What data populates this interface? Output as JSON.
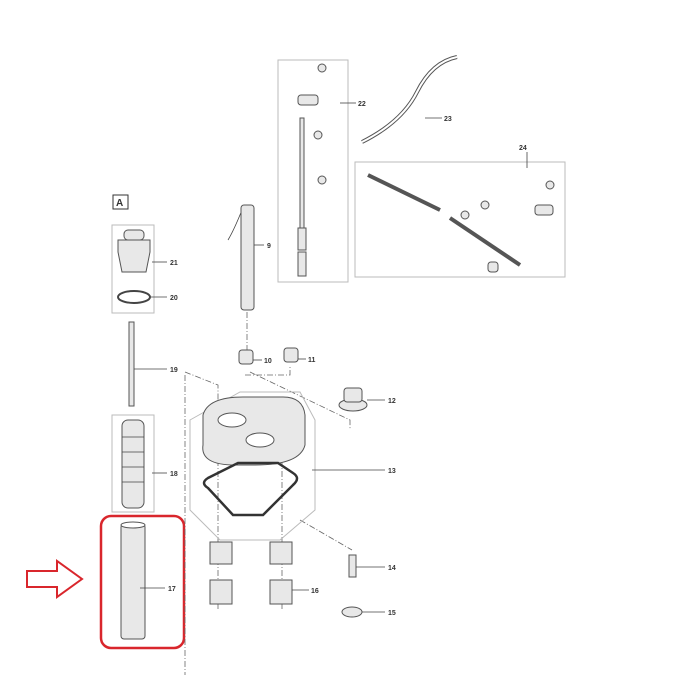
{
  "diagram": {
    "section_label": "A",
    "parts": [
      {
        "id": "21",
        "label": "21"
      },
      {
        "id": "20",
        "label": "20"
      },
      {
        "id": "19",
        "label": "19"
      },
      {
        "id": "18",
        "label": "18"
      },
      {
        "id": "17",
        "label": "17"
      },
      {
        "id": "9",
        "label": "9"
      },
      {
        "id": "10",
        "label": "10"
      },
      {
        "id": "11",
        "label": "11"
      },
      {
        "id": "12",
        "label": "12"
      },
      {
        "id": "13",
        "label": "13"
      },
      {
        "id": "14",
        "label": "14"
      },
      {
        "id": "15",
        "label": "15"
      },
      {
        "id": "16",
        "label": "16"
      },
      {
        "id": "22",
        "label": "22"
      },
      {
        "id": "23",
        "label": "23"
      },
      {
        "id": "24",
        "label": "24"
      }
    ],
    "highlight_color": "#d9262c"
  }
}
